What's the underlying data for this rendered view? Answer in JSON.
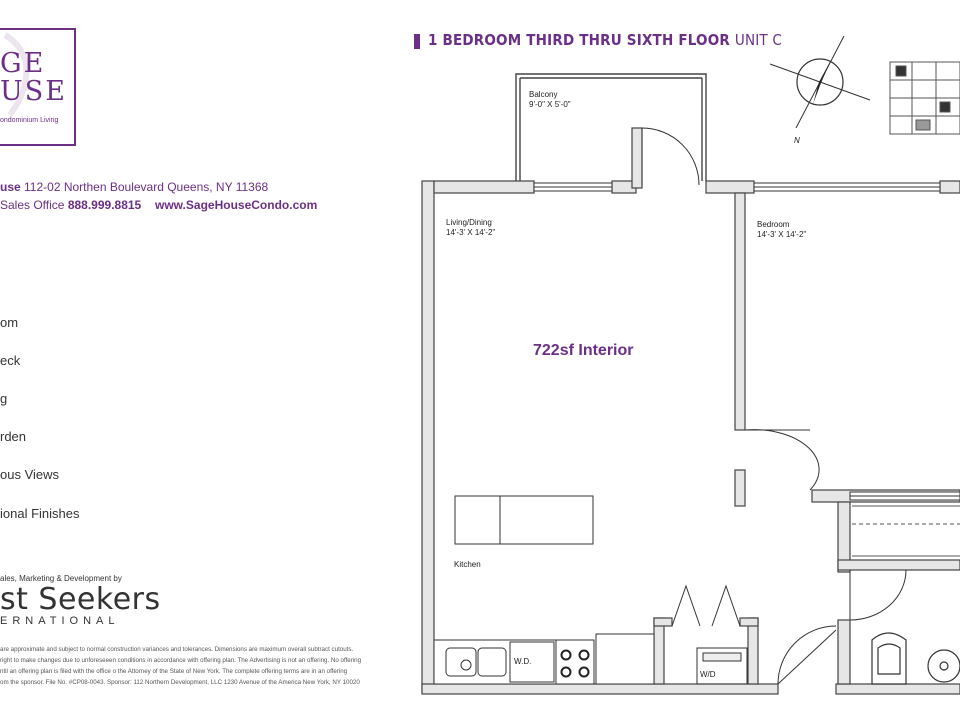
{
  "logo": {
    "line1": "GE",
    "line2": "USE",
    "tagline": "ondominium Living"
  },
  "address": {
    "line1_bold": "use",
    "line1_rest": " 112-02 Northen Boulevard   Queens, NY 11368",
    "line2_label": "Sales Office ",
    "line2_phone": "888.999.8815",
    "line2_site": "www.SageHouseCondo.com"
  },
  "features": [
    "om",
    "eck",
    "g",
    "rden",
    "ous Views",
    "ional Finishes"
  ],
  "marketing": {
    "label": "ales, Marketing & Development by",
    "name": "st Seekers",
    "sub": "ERNATIONAL"
  },
  "legal": [
    "are approximate and subject to normal construction variances and tolerances. Dimensions are maximum overall subtract cutouts.",
    "right to make changes due to unforeseeen conditions in accordance with offering plan. The Advertising is not an offering. No offering",
    "ntil an offering  plan is filed with the office o the Attorney of the State of New York.  The complete offering terms are in an offering",
    "om the sponsor.  File No. #CP08-0043. Sponsor: 112 Northern Development, LLC 1230 Avenue of the America New York, NY 10020"
  ],
  "title": {
    "main": "1 BEDROOM THIRD THRU SIXTH FLOOR",
    "unit": "UNIT C"
  },
  "compass": {
    "north_label": "N"
  },
  "rooms": {
    "balcony": {
      "name": "Balcony",
      "dims": "9'-0\" X 5'-0\""
    },
    "living": {
      "name": "Living/Dining",
      "dims": "14'-3' X 14'-2\""
    },
    "bedroom": {
      "name": "Bedroom",
      "dims": "14'-3' X 14'-2\""
    },
    "kitchen": {
      "name": "Kitchen"
    },
    "wd_appliance": "W.D.",
    "wd_closet": "W/D"
  },
  "interior": "722sf Interior",
  "colors": {
    "brand": "#6b2f86",
    "wall": "#444444",
    "wall_fill": "#e6e6e6"
  }
}
